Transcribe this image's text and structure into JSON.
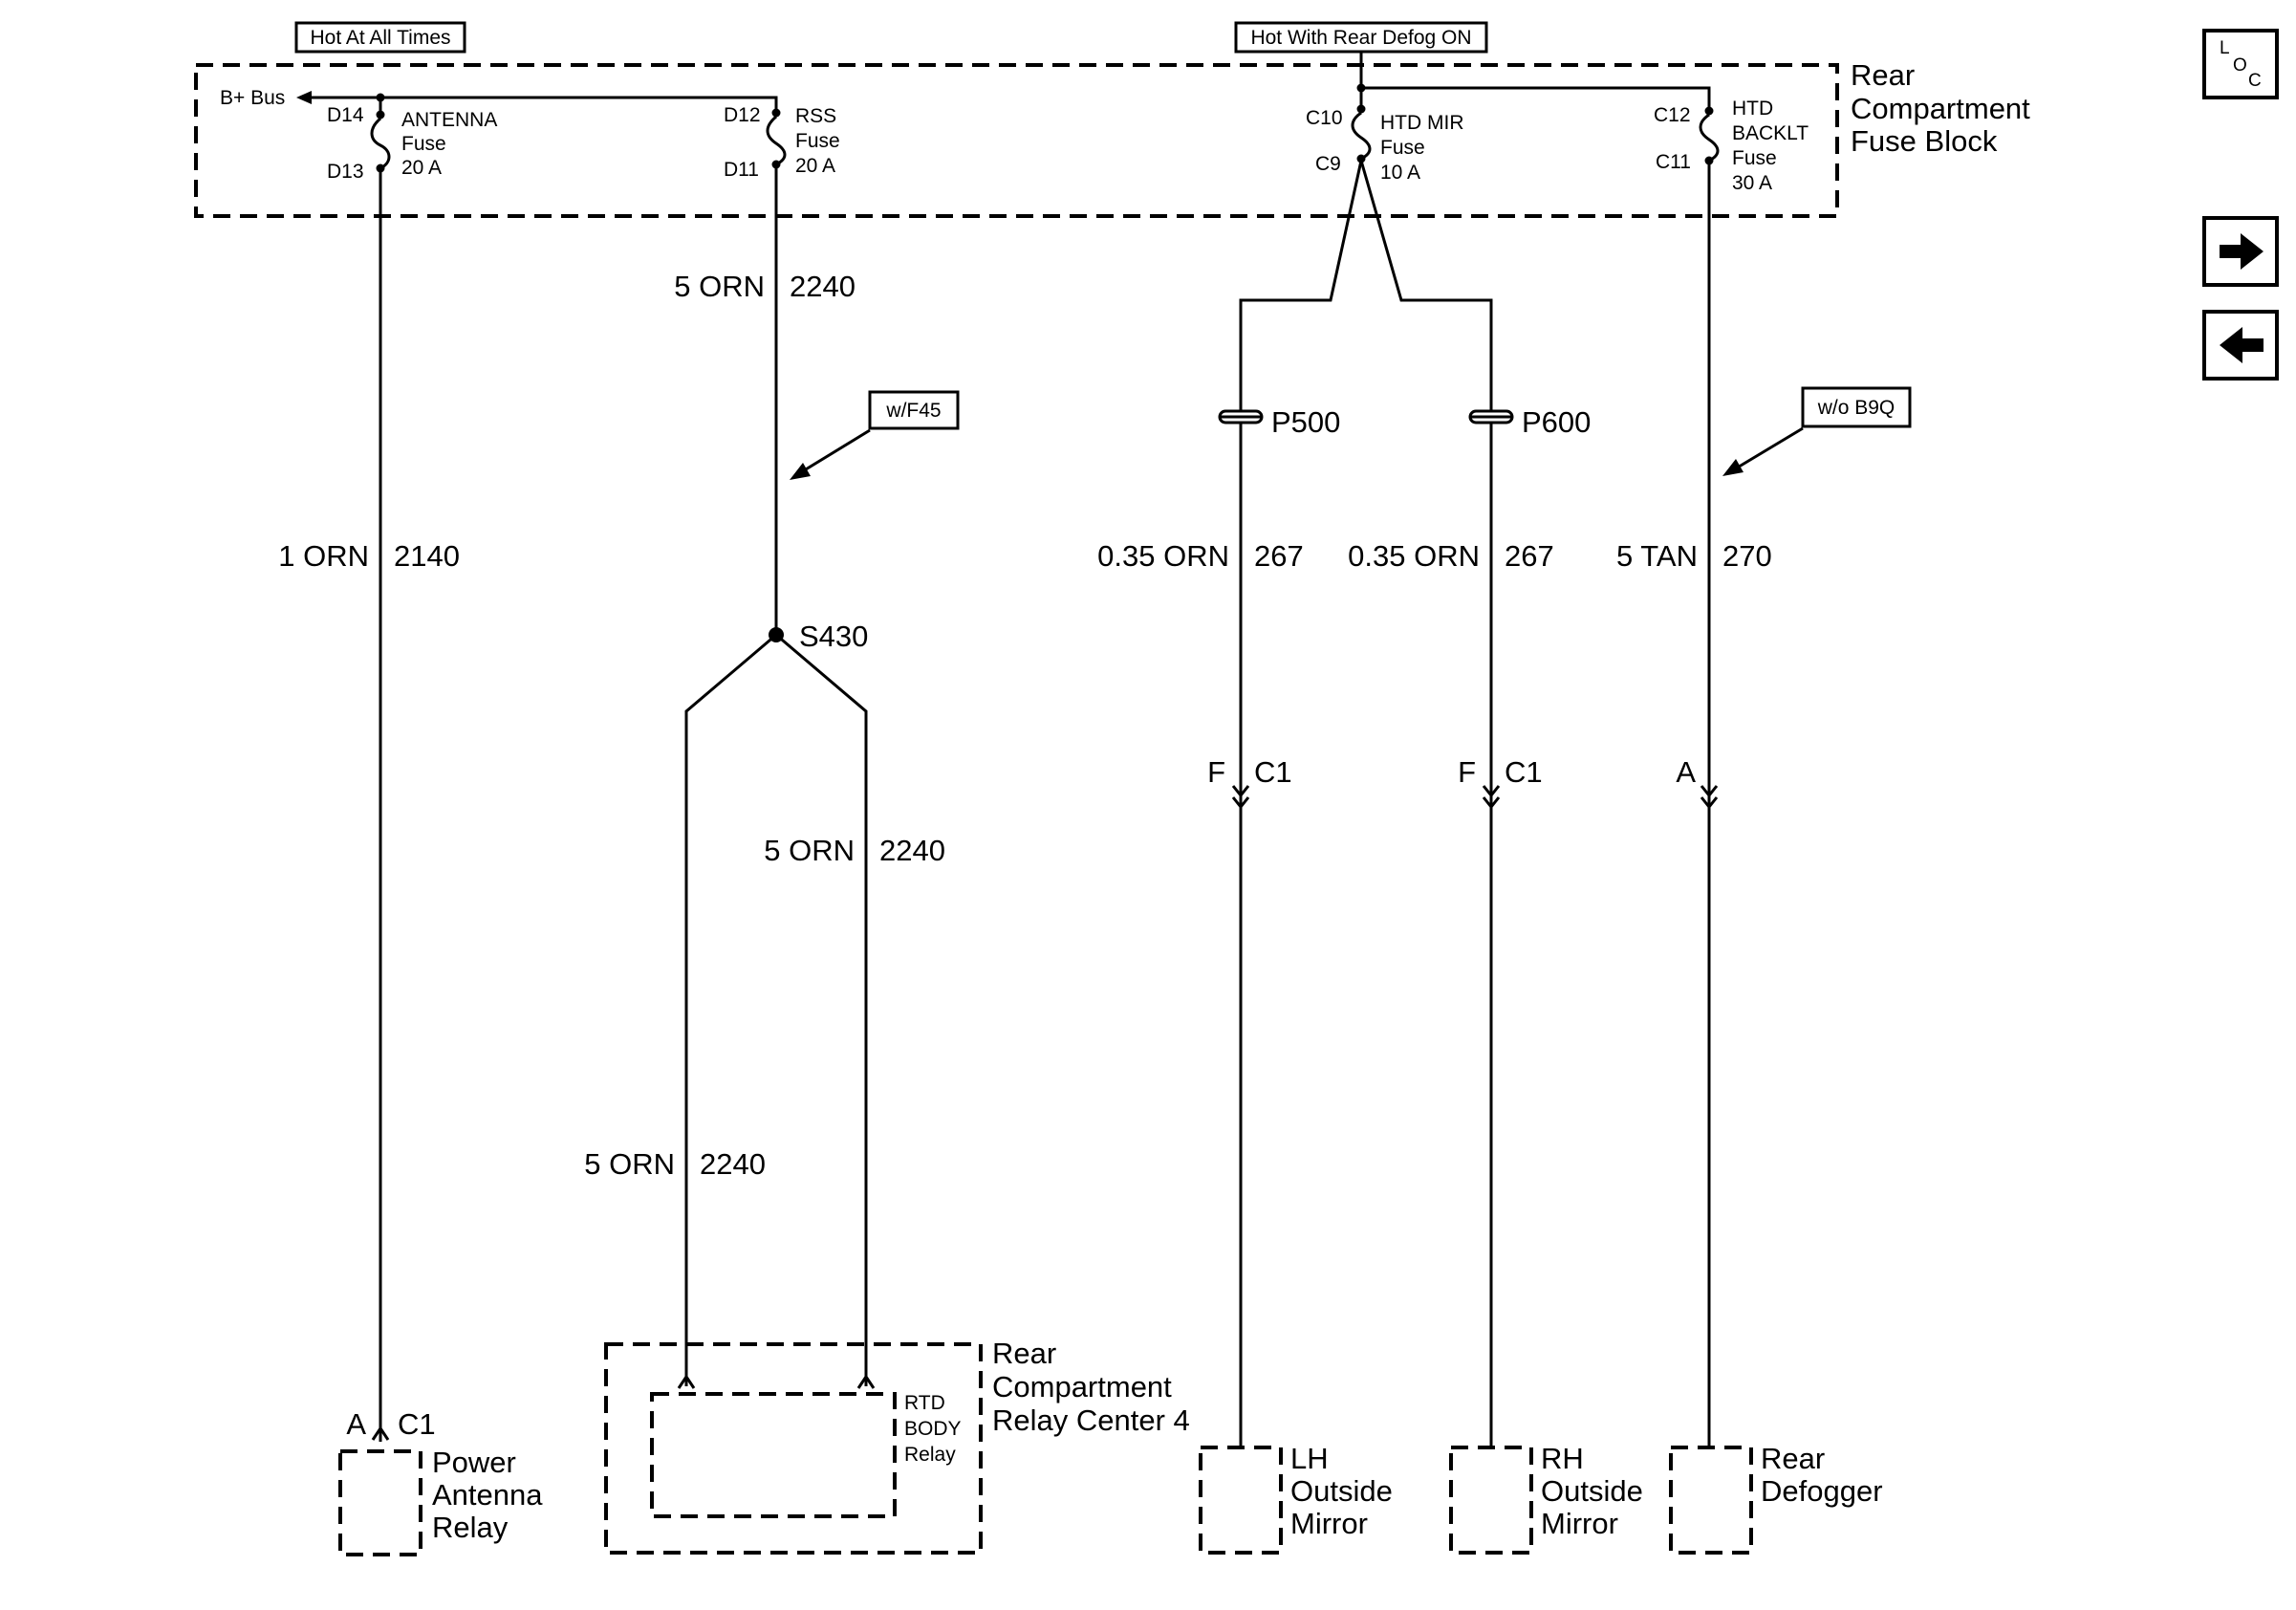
{
  "headers": {
    "hot_all_times": "Hot At All Times",
    "hot_rear_defog": "Hot With Rear Defog ON"
  },
  "fuse_block": {
    "title_line1": "Rear",
    "title_line2": "Compartment",
    "title_line3": "Fuse Block",
    "b_bus": "B+ Bus",
    "antenna": {
      "pin_top": "D14",
      "pin_bottom": "D13",
      "name": "ANTENNA",
      "type": "Fuse",
      "rating": "20 A"
    },
    "rss": {
      "pin_top": "D12",
      "pin_bottom": "D11",
      "name": "RSS",
      "type": "Fuse",
      "rating": "20 A"
    },
    "htd_mir": {
      "pin_top": "C10",
      "pin_bottom": "C9",
      "name": "HTD MIR",
      "type": "Fuse",
      "rating": "10 A"
    },
    "htd_backlt": {
      "pin_top": "C12",
      "pin_bottom": "C11",
      "name_line1": "HTD",
      "name_line2": "BACKLT",
      "type": "Fuse",
      "rating": "30 A"
    }
  },
  "wires": {
    "antenna": {
      "gauge_color": "1 ORN",
      "circuit": "2140"
    },
    "rss_upper": {
      "gauge_color": "5 ORN",
      "circuit": "2240"
    },
    "rss_right": {
      "gauge_color": "5 ORN",
      "circuit": "2240"
    },
    "rss_left": {
      "gauge_color": "5 ORN",
      "circuit": "2240"
    },
    "lh_mirror": {
      "gauge_color": "0.35 ORN",
      "circuit": "267"
    },
    "rh_mirror": {
      "gauge_color": "0.35 ORN",
      "circuit": "267"
    },
    "defogger": {
      "gauge_color": "5 TAN",
      "circuit": "270"
    }
  },
  "options": {
    "with_f45": "w/F45",
    "without_b9q": "w/o B9Q"
  },
  "splices": {
    "s430": "S430",
    "p500": "P500",
    "p600": "P600"
  },
  "connectors": {
    "lh": {
      "pin": "F",
      "name": "C1"
    },
    "rh": {
      "pin": "F",
      "name": "C1"
    },
    "defog": {
      "pin": "A"
    },
    "antenna_relay": {
      "pin": "A",
      "name": "C1"
    }
  },
  "components": {
    "power_antenna_relay": {
      "line1": "Power",
      "line2": "Antenna",
      "line3": "Relay"
    },
    "relay_center": {
      "line1": "Rear",
      "line2": "Compartment",
      "line3": "Relay Center 4"
    },
    "rtd_body_relay": {
      "line1": "RTD",
      "line2": "BODY",
      "line3": "Relay"
    },
    "lh_mirror": {
      "line1": "LH",
      "line2": "Outside",
      "line3": "Mirror"
    },
    "rh_mirror": {
      "line1": "RH",
      "line2": "Outside",
      "line3": "Mirror"
    },
    "rear_defogger": {
      "line1": "Rear",
      "line2": "Defogger"
    }
  },
  "nav": {
    "loc_l": "L",
    "loc_o": "O",
    "loc_c": "C",
    "next_icon": "arrow-right-icon",
    "prev_icon": "arrow-left-icon"
  }
}
